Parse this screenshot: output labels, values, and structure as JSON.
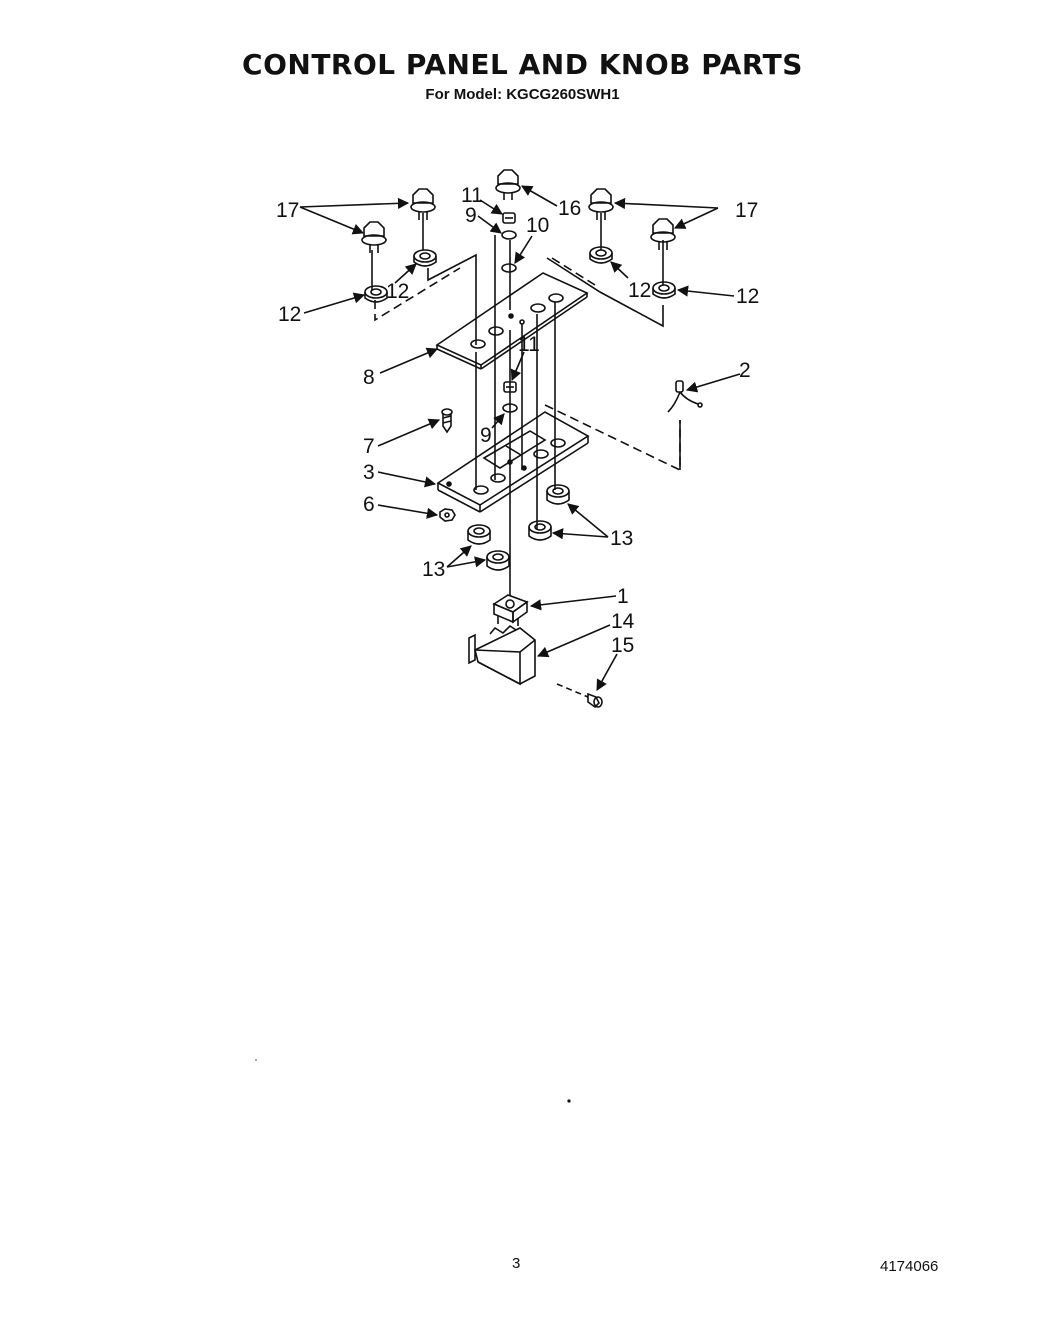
{
  "header": {
    "title": "CONTROL PANEL AND KNOB PARTS",
    "subtitle": "For Model: KGCG260SWH1"
  },
  "callouts": {
    "c1": "1",
    "c2": "2",
    "c3": "3",
    "c6": "6",
    "c7": "7",
    "c8": "8",
    "c9a": "9",
    "c9b": "9",
    "c10": "10",
    "c11a": "11",
    "c11b": "11",
    "c12a": "12",
    "c12b": "12",
    "c12c": "12",
    "c12d": "12",
    "c13a": "13",
    "c13b": "13",
    "c14": "14",
    "c15": "15",
    "c16": "16",
    "c17a": "17",
    "c17b": "17"
  },
  "footer": {
    "page_number": "3",
    "document_number": "4174066"
  }
}
